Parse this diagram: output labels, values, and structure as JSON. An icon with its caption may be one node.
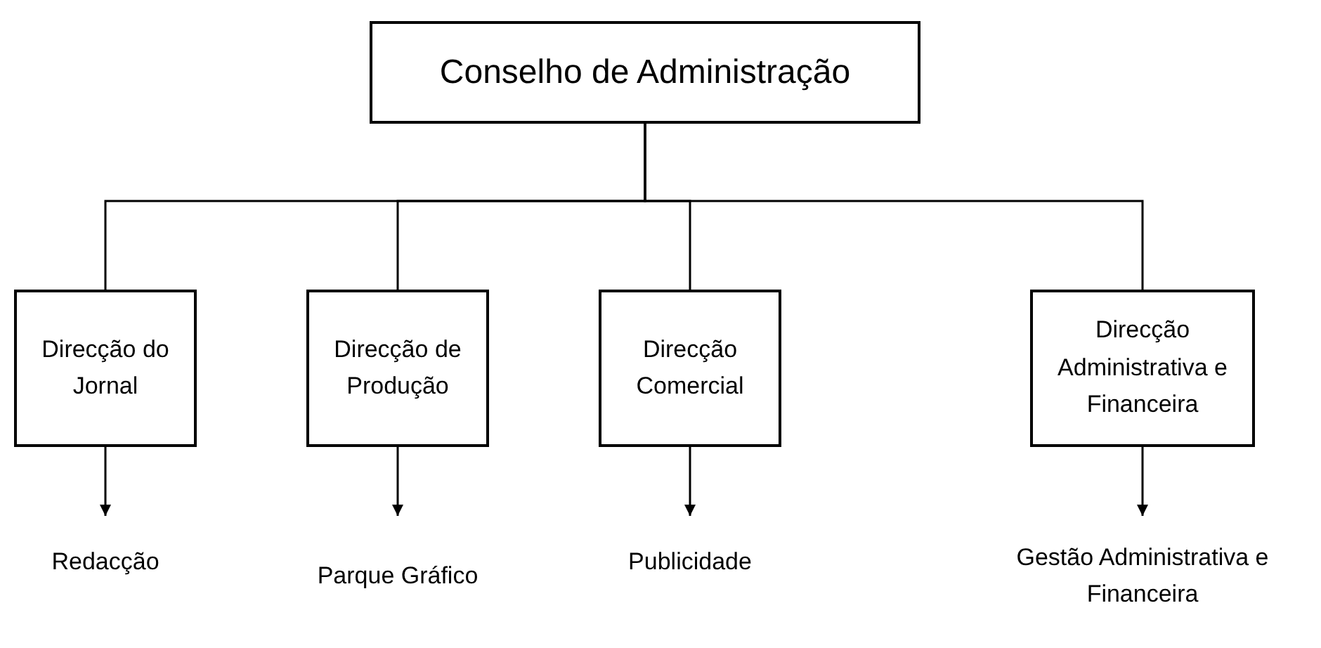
{
  "diagram": {
    "nodes": [
      {
        "text": [
          "Conselho de Administração"
        ]
      },
      {
        "text": [
          "Direcção do Jornal"
        ]
      },
      {
        "text": [
          "Direcção de Produção"
        ]
      },
      {
        "text": [
          "Direcção Comercial"
        ]
      },
      {
        "text": [
          "Direcção Administrativa e Financeira"
        ]
      },
      {
        "text": [
          "Redacção"
        ]
      },
      {
        "text": [
          "Parque Gráfico"
        ]
      },
      {
        "text": [
          "Publicidade"
        ]
      },
      {
        "text": [
          "Gestão Administrativa e Financeira"
        ]
      }
    ],
    "edges": [
      {
        "from": 0,
        "to": 1,
        "arrow": "none"
      },
      {
        "from": 0,
        "to": 2,
        "arrow": "none"
      },
      {
        "from": 0,
        "to": 3,
        "arrow": "none"
      },
      {
        "from": 0,
        "to": 4,
        "arrow": "none"
      },
      {
        "from": 1,
        "to": 5,
        "arrow": "to"
      },
      {
        "from": 2,
        "to": 6,
        "arrow": "to"
      },
      {
        "from": 3,
        "to": 7,
        "arrow": "to"
      },
      {
        "from": 4,
        "to": 8,
        "arrow": "to"
      }
    ]
  }
}
